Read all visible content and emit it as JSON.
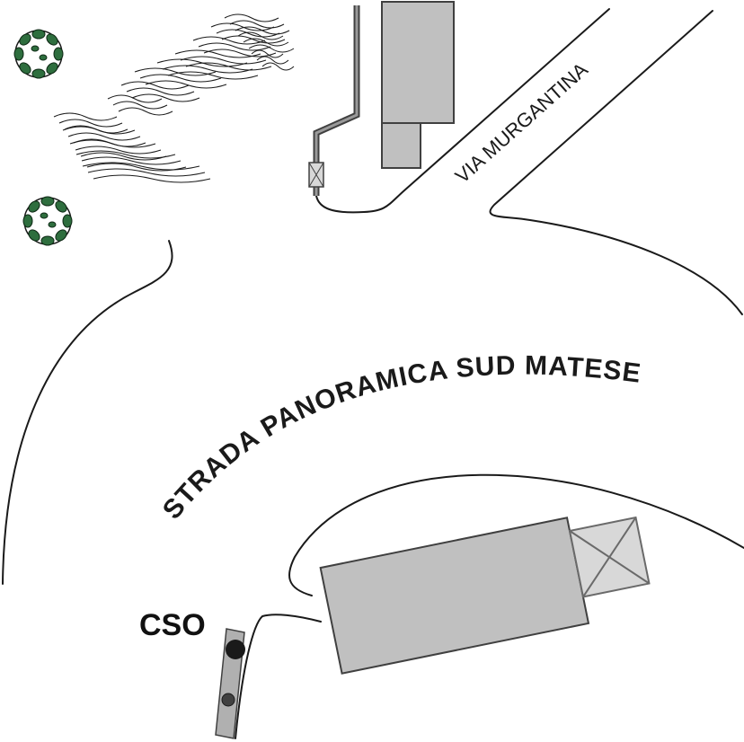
{
  "labels": {
    "main_road": "STRADA PANORAMICA SUD MATESE",
    "side_road": "VIA MURGANTINA",
    "station": "CSO"
  },
  "colors": {
    "building_fill": "#c0c0c0",
    "building_stroke": "#404040",
    "road_line": "#1a1a1a",
    "tree_leaf": "#2e6e3e"
  },
  "icons": {
    "tree": "tree-icon",
    "station_marker": "station-dot-icon"
  }
}
